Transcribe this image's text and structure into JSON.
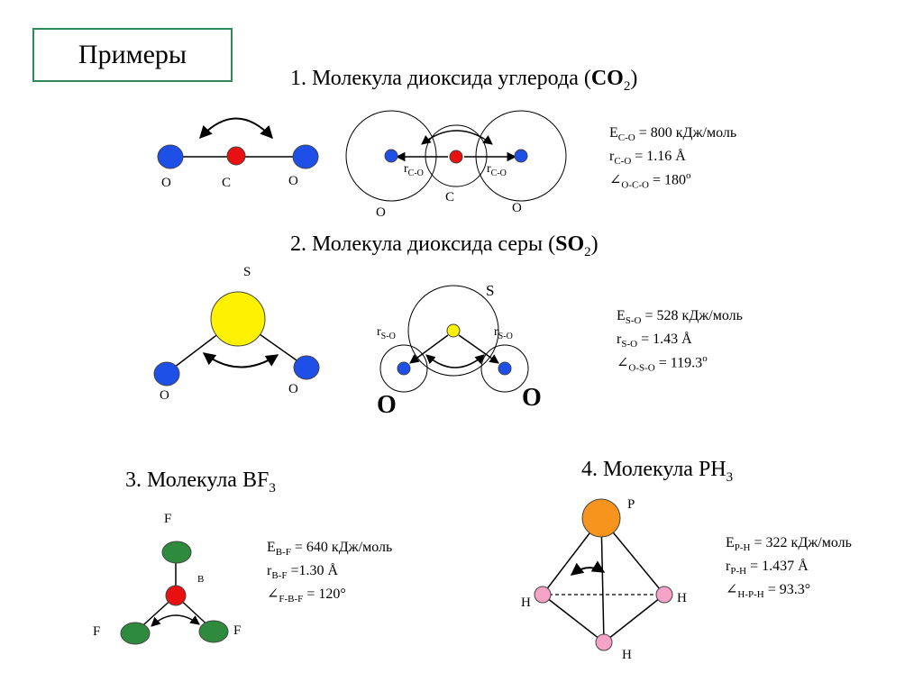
{
  "title": "Примеры",
  "colors": {
    "oxygen": "#1e4fe6",
    "carbon": "#e81010",
    "sulfur": "#fff200",
    "fluorine": "#2e8b3d",
    "phosphorus": "#f7941d",
    "hydrogen": "#f5a3c7",
    "frame": "#2e8b57"
  },
  "co2": {
    "heading": "1. Молекула диоксида углерода (",
    "formula": "CO",
    "formula_sub": "2",
    "heading_end": ")",
    "atom_labels": {
      "o_left": "O",
      "c": "C",
      "o_right": "O"
    },
    "orbit_labels": {
      "o_left": "O",
      "c": "C",
      "o_right": "O",
      "r": "r",
      "r_sub": "C-O"
    },
    "props": {
      "e_sym": "E",
      "e_sub": "C-O",
      "e_val": " = 800 кДж/моль",
      "r_sym": "r",
      "r_sub": "C-O",
      "r_val": " = 1.16 Å",
      "a_sym": "∠",
      "a_sub": "O-C-O",
      "a_val": " = 180",
      "a_sup": "o"
    }
  },
  "so2": {
    "heading": "2. Молекула диоксида серы (",
    "formula": "SO",
    "formula_sub": "2",
    "heading_end": ")",
    "atom_labels": {
      "s": "S",
      "o_left": "O",
      "o_right": "O"
    },
    "orbit_labels": {
      "s": "S",
      "o_left": "O",
      "o_right": "O",
      "r": "r",
      "r_sub": "S-O"
    },
    "props": {
      "e_sym": "E",
      "e_sub": "S-O",
      "e_val": " = 528 кДж/моль",
      "r_sym": "r",
      "r_sub": "S-O",
      "r_val": " = 1.43 Å",
      "a_sym": "∠",
      "a_sub": "O-S-O",
      "a_val": " = 119.3",
      "a_sup": "o"
    }
  },
  "bf3": {
    "heading": "3. Молекула BF",
    "formula_sub": "3",
    "atom_labels": {
      "f_top": "F",
      "b": "B",
      "f_left": "F",
      "f_right": "F"
    },
    "props": {
      "e_sym": "E",
      "e_sub": "B-F",
      "e_val": " =  640 кДж/моль",
      "r_sym": "r",
      "r_sub": "B-F",
      "r_val": " =1.30 Å",
      "a_sym": "∠",
      "a_sub": "F-B-F",
      "a_val": " = 120°"
    }
  },
  "ph3": {
    "heading": "4. Молекула PH",
    "formula_sub": "3",
    "atom_labels": {
      "p": "P",
      "h_left": "H",
      "h_right": "H",
      "h_bottom": "H"
    },
    "props": {
      "e_sym": "E",
      "e_sub": "P-H",
      "e_val": " = 322 кДж/моль",
      "r_sym": "r",
      "r_sub": "P-H",
      "r_val": " = 1.437 Å",
      "a_sym": "∠",
      "a_sub": "H-P-H",
      "a_val": " = 93.3°"
    }
  }
}
